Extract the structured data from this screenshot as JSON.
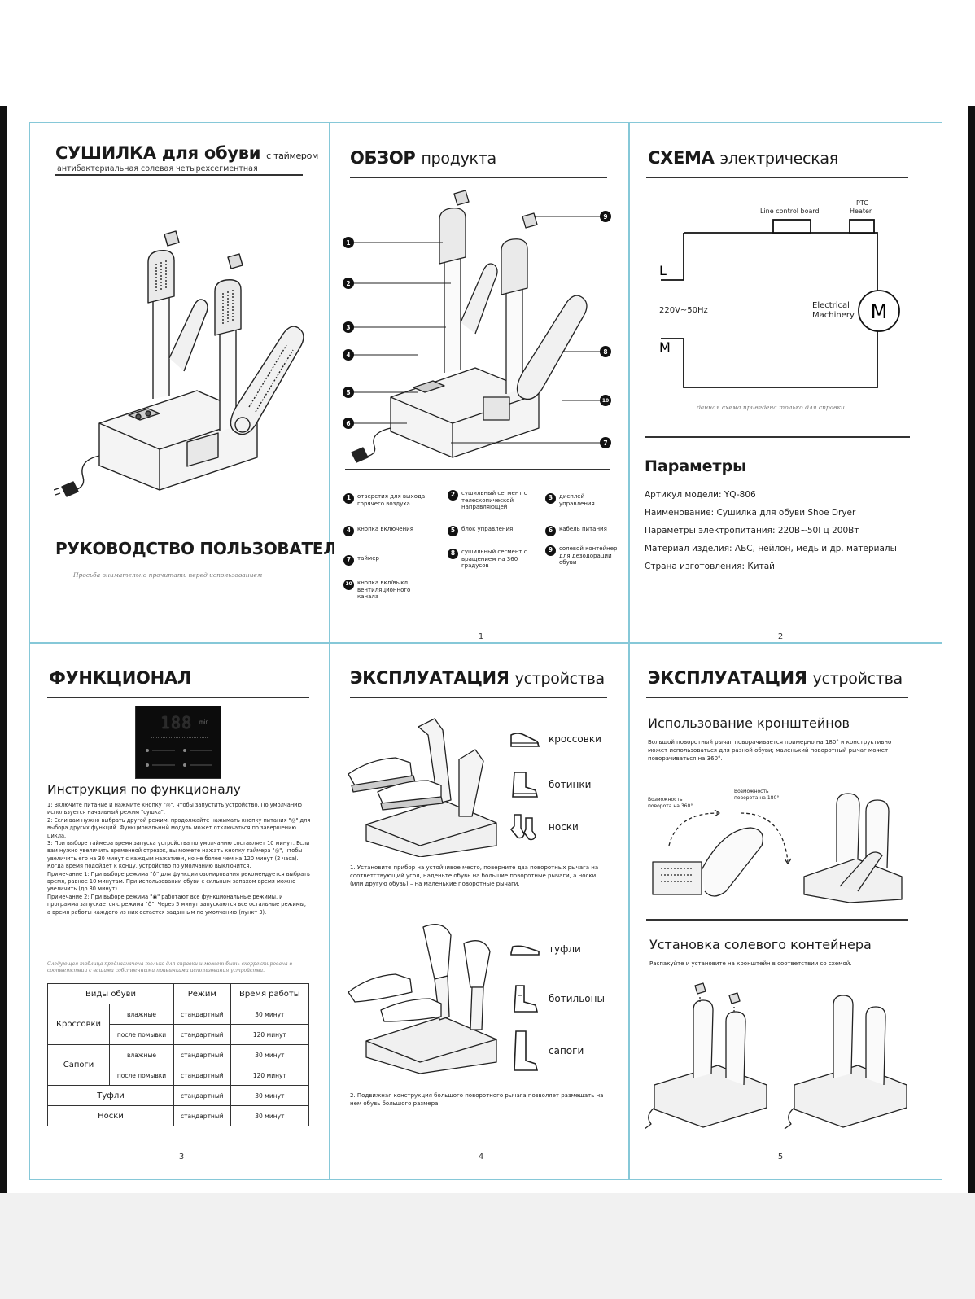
{
  "cover": {
    "title_main": "СУШИЛКА для обуви",
    "title_suffix": "с таймером",
    "subtitle": "антибактериальная солевая четырехсегментная",
    "manual_title": "РУКОВОДСТВО ПОЛЬЗОВАТЕЛЯ",
    "manual_note": "Просьба внимательно прочитать перед использованием"
  },
  "overview": {
    "title_bold": "ОБЗОР",
    "title_rest": "продукта",
    "page": "1",
    "callouts": [
      "1",
      "2",
      "3",
      "4",
      "5",
      "6",
      "7",
      "8",
      "9",
      "10"
    ],
    "legend": [
      {
        "n": "1",
        "text": "отверстия для выхода горячего воздуха"
      },
      {
        "n": "2",
        "text": "сушильный сегмент с телескопической направляющей"
      },
      {
        "n": "3",
        "text": "дисплей управления"
      },
      {
        "n": "4",
        "text": "кнопка включения"
      },
      {
        "n": "5",
        "text": "блок управления"
      },
      {
        "n": "6",
        "text": "кабель питания"
      },
      {
        "n": "7",
        "text": "таймер"
      },
      {
        "n": "8",
        "text": "сушильный сегмент с вращением на 360 градусов"
      },
      {
        "n": "9",
        "text": "солевой контейнер для дезодорации обуви"
      },
      {
        "n": "10",
        "text": "кнопка вкл/выкл вентиляционного канала"
      }
    ]
  },
  "circuit": {
    "title_bold": "СХЕМА",
    "title_rest": "электрическая",
    "page": "2",
    "line_control": "Line control board",
    "ptc": "PTC",
    "heater": "Heater",
    "label_l": "L",
    "label_m": "M",
    "voltage": "220V~50Hz",
    "motor_label_1": "Electrical",
    "motor_label_2": "Machinery",
    "motor_symbol": "M",
    "note": "данная схема приведена только для справки",
    "params_title": "Параметры",
    "params": [
      {
        "k": "Артикул модели:",
        "v": "YQ-806"
      },
      {
        "k": "Наименование:",
        "v": "Сушилка для обуви Shoe Dryer"
      },
      {
        "k": "Параметры электропитания:",
        "v": "220В~50Гц 200Вт"
      },
      {
        "k": "Материал изделия:",
        "v": "АБС, нейлон, медь и др. материалы"
      },
      {
        "k": "Страна изготовления:",
        "v": "Китай"
      }
    ]
  },
  "function": {
    "title": "ФУНКЦИОНАЛ",
    "page": "3",
    "display_digits": "188",
    "display_unit": "min",
    "instr_title": "Инструкция по функционалу",
    "paragraphs": [
      "1: Включите питание и нажмите кнопку \"◎\", чтобы запустить устройство. По умолчанию используется начальный режим \"сушка\".",
      "2: Если вам нужно выбрать другой режим, продолжайте нажимать кнопку питания \"◎\" для выбора других функций. Функциональный модуль может отключаться по завершению цикла.",
      "3: При выборе таймера время запуска устройства по умолчанию составляет 10 минут. Если вам нужно увеличить временной отрезок, вы можете нажать кнопку таймера \"◎\", чтобы увеличить его на 30 минут с каждым нажатием, но не более чем на 120 минут (2 часа). Когда время подойдет к концу, устройство по умолчанию выключится.",
      "Примечание 1: При выборе режима \"♁\" для функции озонирования рекомендуется выбрать время, равное 10 минутам. При использовании обуви с сильным запахом время можно увеличить (до 30 минут).",
      "Примечание 2: При выборе режима \"◉\" работают все функциональные режимы, и программа запускается с режима \"♁\". Через 5 минут запускаются все остальные режимы, а время работы каждого из них остается заданным по умолчанию (пункт 3)."
    ],
    "table_note": "Следующая таблица предназначена только для справки и может быть скорректирована в соответствии с вашими собственными привычками использования устройства.",
    "table_headers": [
      "Виды обуви",
      "Режим",
      "Время работы"
    ],
    "table": [
      {
        "type": "Кроссовки",
        "cond": "влажные",
        "mode": "стандартный",
        "time": "30 минут"
      },
      {
        "type": "",
        "cond": "после помывки",
        "mode": "стандартный",
        "time": "120 минут"
      },
      {
        "type": "Сапоги",
        "cond": "влажные",
        "mode": "стандартный",
        "time": "30 минут"
      },
      {
        "type": "",
        "cond": "после помывки",
        "mode": "стандартный",
        "time": "120 минут"
      },
      {
        "type": "Туфли",
        "cond": "",
        "mode": "стандартный",
        "time": "30 минут"
      },
      {
        "type": "Носки",
        "cond": "",
        "mode": "стандартный",
        "time": "30 минут"
      }
    ]
  },
  "operation1": {
    "title_bold": "ЭКСПЛУАТАЦИЯ",
    "title_rest": "устройства",
    "page": "4",
    "shoes_top": [
      "кроссовки",
      "ботинки",
      "носки"
    ],
    "text1": "1. Установите прибор на устойчивое место, поверните два поворотных рычага на соответствующий угол, наденьте обувь на большие поворотные рычаги, а носки (или другую обувь) – на маленькие поворотные рычаги.",
    "shoes_bottom": [
      "туфли",
      "ботильоны",
      "сапоги"
    ],
    "text2": "2. Подвижная конструкция большого поворотного рычага позволяет размещать на нем обувь большого размера."
  },
  "operation2": {
    "title_bold": "ЭКСПЛУАТАЦИЯ",
    "title_rest": "устройства",
    "page": "5",
    "brackets_title": "Использование кронштейнов",
    "brackets_text": "Большой поворотный рычаг поворачивается примерно на 180° и конструктивно может использоваться для разной обуви; маленький поворотный рычаг может поворачиваться на 360°.",
    "rot360": "Возможность поворота на 360°",
    "rot180": "Возможность поворота на 180°",
    "salt_title": "Установка солевого контейнера",
    "salt_text": "Распакуйте и установите на кронштейн в соответствии со схемой."
  }
}
